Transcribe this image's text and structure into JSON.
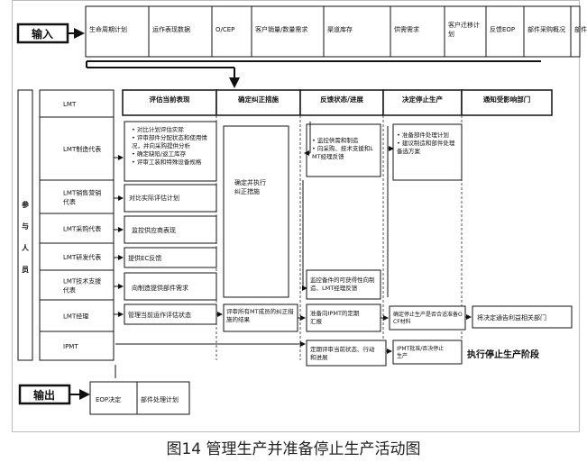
{
  "input": {
    "label": "输入",
    "items": [
      "生命周期计划",
      "运作表现数据",
      "O/CEP",
      "客户销量/数量需求",
      "渠道库存",
      "供需需求",
      "客户迁移计划",
      "反馈EOP",
      "部件采购概况",
      "部件库存概况"
    ]
  },
  "side_label": [
    "参",
    "与",
    "人",
    "员"
  ],
  "roles": [
    "LMT",
    "LMT制造代表",
    "LMT销售营销代表",
    "LMT采购代表",
    "LMT研发代表",
    "LMT技术支援代表",
    "LMT经理",
    "IPMT"
  ],
  "stages": [
    "评估当前表现",
    "确定纠正措施",
    "反馈状态/进展",
    "决定停止生产",
    "通知受影响部门"
  ],
  "activities": {
    "eval_manufacturing": [
      "对比计划评估实际",
      "评审部件分配状态和使用情况，并向采购提供分析",
      "确定缺陷/返工库存",
      "评审工装和特殊设备规格"
    ],
    "eval_sales": "对比实际评估计划",
    "eval_purchase": "监控供应商表现",
    "eval_rd": "提供EC反馈",
    "eval_support": "向制造提供部件需求",
    "eval_manager": "管理当前运作评估状态",
    "corrective_box": "确定并执行纠正措施",
    "corrective_review": "评审所有MT成员的纠正措施的结果",
    "feedback_top": [
      "监控供需和制造",
      "向采购、技术支援和LMT经理反馈"
    ],
    "feedback_mid": "监控备件的可获得性向制造、LMT经理反馈",
    "feedback_manager": "准备向IPMT的定期汇报",
    "feedback_ipmt": "定期评审当前状态、行动和进展",
    "decide_top": [
      "准备部件处理计划",
      "建议制造和部件处理备选方案"
    ],
    "decide_manager": "确定停止生产是否合适准备OCF材料",
    "decide_ipmt": "IPMT批准/否决停止生产",
    "notify_manager": "将决定通告利益相关部门"
  },
  "phase_label": "执行停止生产阶段",
  "output": {
    "label": "输出",
    "items": [
      "EOP决定",
      "部件处理计划"
    ]
  },
  "caption": "图14 管理生产并准备停止生产活动图"
}
